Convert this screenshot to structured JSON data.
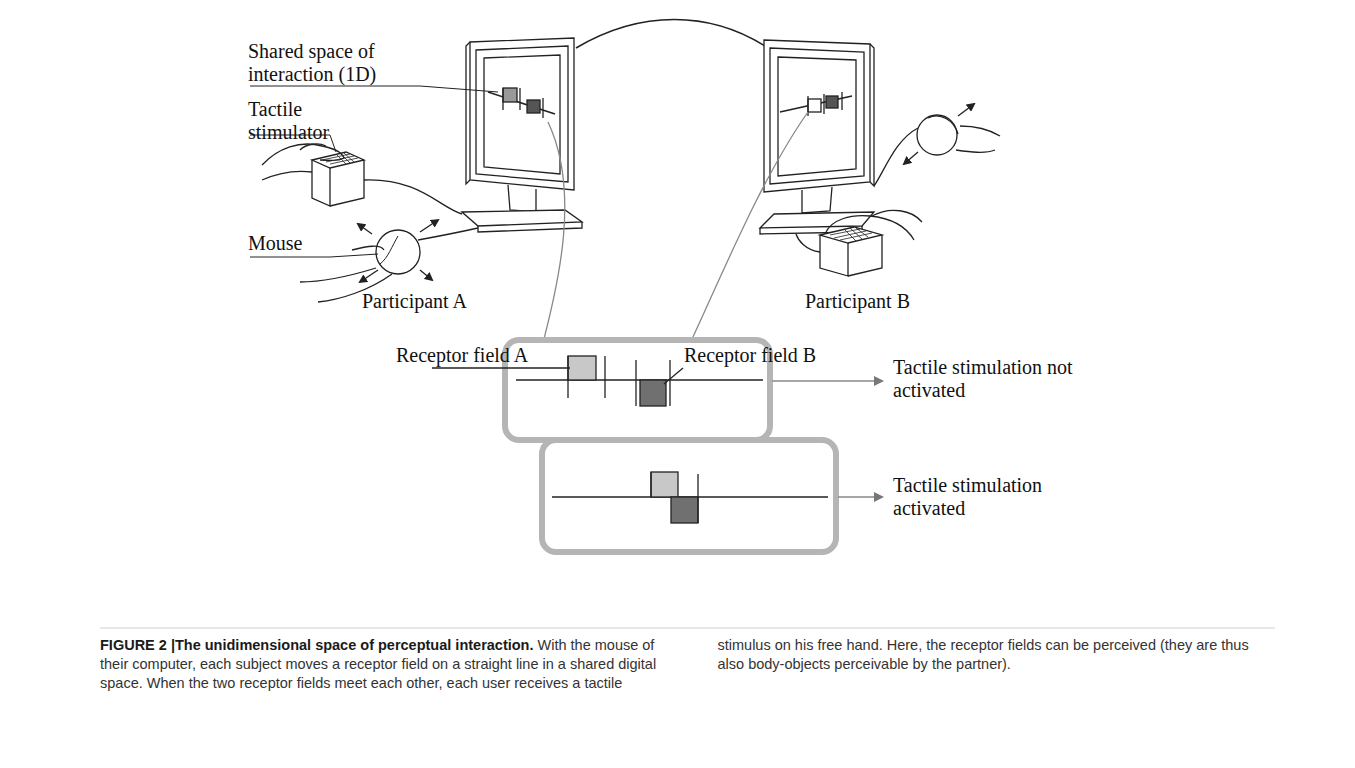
{
  "diagram": {
    "caption": "FIGURE 2 |The unidimensional space of perceptual interaction. With the mouse of their computer, each subject moves a receptor field on a straight line in a shared digital space. When the two receptor fields meet each other, each user receives a tactile stimulus on his free hand. Here, the receptor fields can be perceived (they are thus also body-objects perceivable by the partner).",
    "labels": [
      "Shared space of interaction (1D)",
      "Tactile stimulator",
      "Mouse",
      "Participant A",
      "Participant B",
      "Receptor field A",
      "Receptor field B",
      "Tactile stimulation not activated",
      "Tactile stimulation activated"
    ]
  }
}
